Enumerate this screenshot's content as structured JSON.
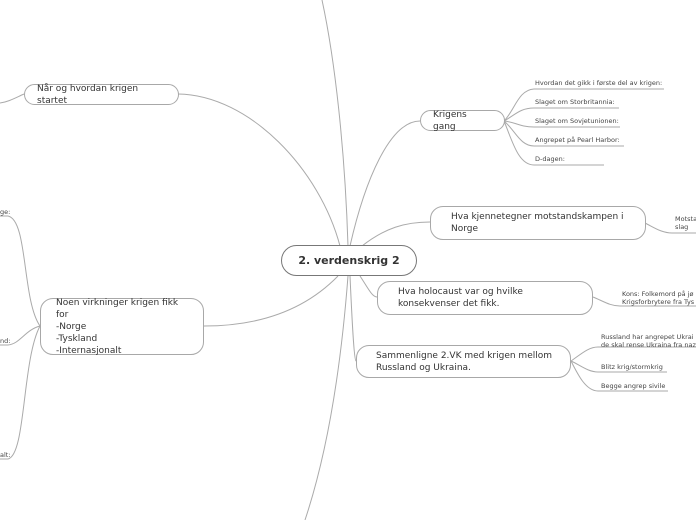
{
  "center": {
    "label": "2. verdenskrig 2"
  },
  "branches": {
    "start": {
      "label": "Når og hvordan krigen startet"
    },
    "gang": {
      "label": "Krigens gang",
      "children": [
        "Hvordan det gikk i første del av krigen:",
        "Slaget om Storbritannia:",
        "Slaget om Sovjetunionen:",
        "Angrepet på Pearl Harbor:",
        "D-dagen:"
      ]
    },
    "motstand": {
      "label": "Hva kjennetegner motstandskampen i Norge",
      "children": [
        "Motsta\nslag"
      ]
    },
    "holocaust": {
      "label": "Hva holocaust var og hvilke konsekvenser det fikk.",
      "children": [
        "Kons: Folkemord på jø\nKrigsforbrytere fra Tys"
      ]
    },
    "virkninger": {
      "label": "Noen virkninger krigen fikk for\n-Norge\n-Tyskland\n-Internasjonalt",
      "children": [
        "ge:",
        "nd:",
        "alt:"
      ]
    },
    "sammenligne": {
      "label": "Sammenligne 2.VK med krigen mellom Russland og Ukraina.",
      "children": [
        "Russland har angrepet Ukrai\nde skal rense Ukraina fra naz",
        "Blitz krig/stormkrig",
        "Begge angrep sivile"
      ]
    }
  },
  "colors": {
    "line": "#aaaaaa",
    "border": "#a8a8a8",
    "center_border": "#777777",
    "text": "#333333"
  }
}
